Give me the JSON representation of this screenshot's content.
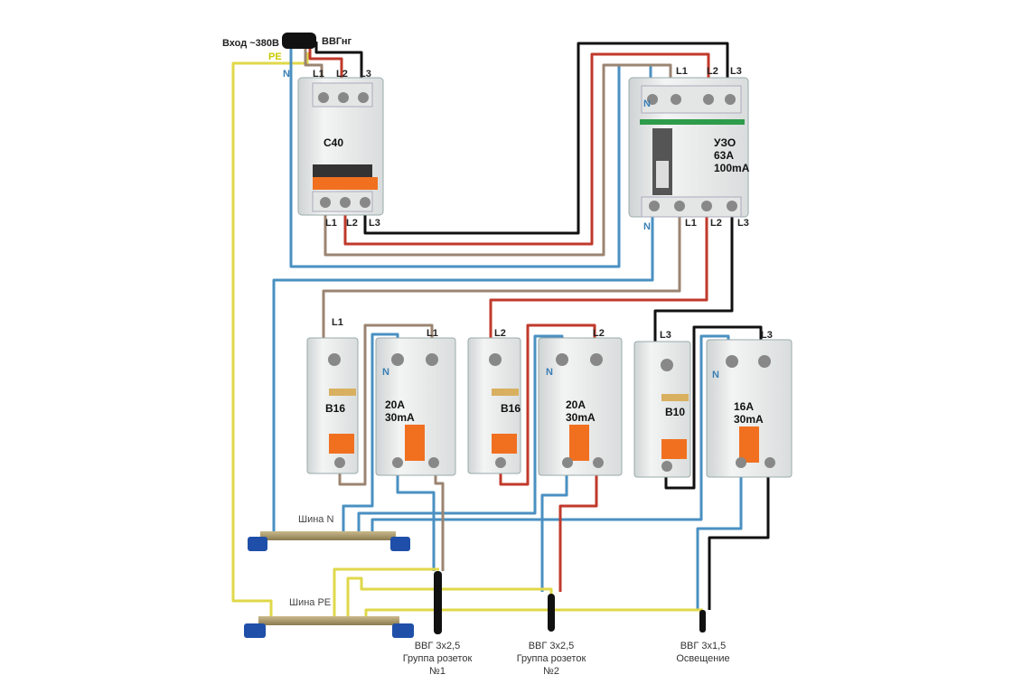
{
  "input": {
    "label": "Вход ~380В",
    "cable": "ВВГнг",
    "pe": "PE",
    "n": "N"
  },
  "phases": {
    "l1": "L1",
    "l2": "L2",
    "l3": "L3",
    "n": "N"
  },
  "devices": {
    "main_breaker": "C40",
    "rcd_main": [
      "УЗО",
      "63A",
      "100mA"
    ],
    "b1": "B16",
    "rcbo1": [
      "20A",
      "30mA"
    ],
    "b2": "B16",
    "rcbo2": [
      "20A",
      "30mA"
    ],
    "b3": "B10",
    "rcbo3": [
      "16A",
      "30mA"
    ]
  },
  "buses": {
    "n": "Шина N",
    "pe": "Шина PE"
  },
  "outputs": [
    {
      "line1": "ВВГ 3х2,5",
      "line2": "Группа розеток",
      "line3": "№1"
    },
    {
      "line1": "ВВГ 3х2,5",
      "line2": "Группа розеток",
      "line3": "№2"
    },
    {
      "line1": "ВВГ 3х1,5",
      "line2": "Освещение",
      "line3": ""
    }
  ],
  "colors": {
    "l1": "#9b8471",
    "l2": "#c0392b",
    "l3": "#111111",
    "n": "#4a90c2",
    "pe": "#e0d84a",
    "handle": "#f07020"
  }
}
